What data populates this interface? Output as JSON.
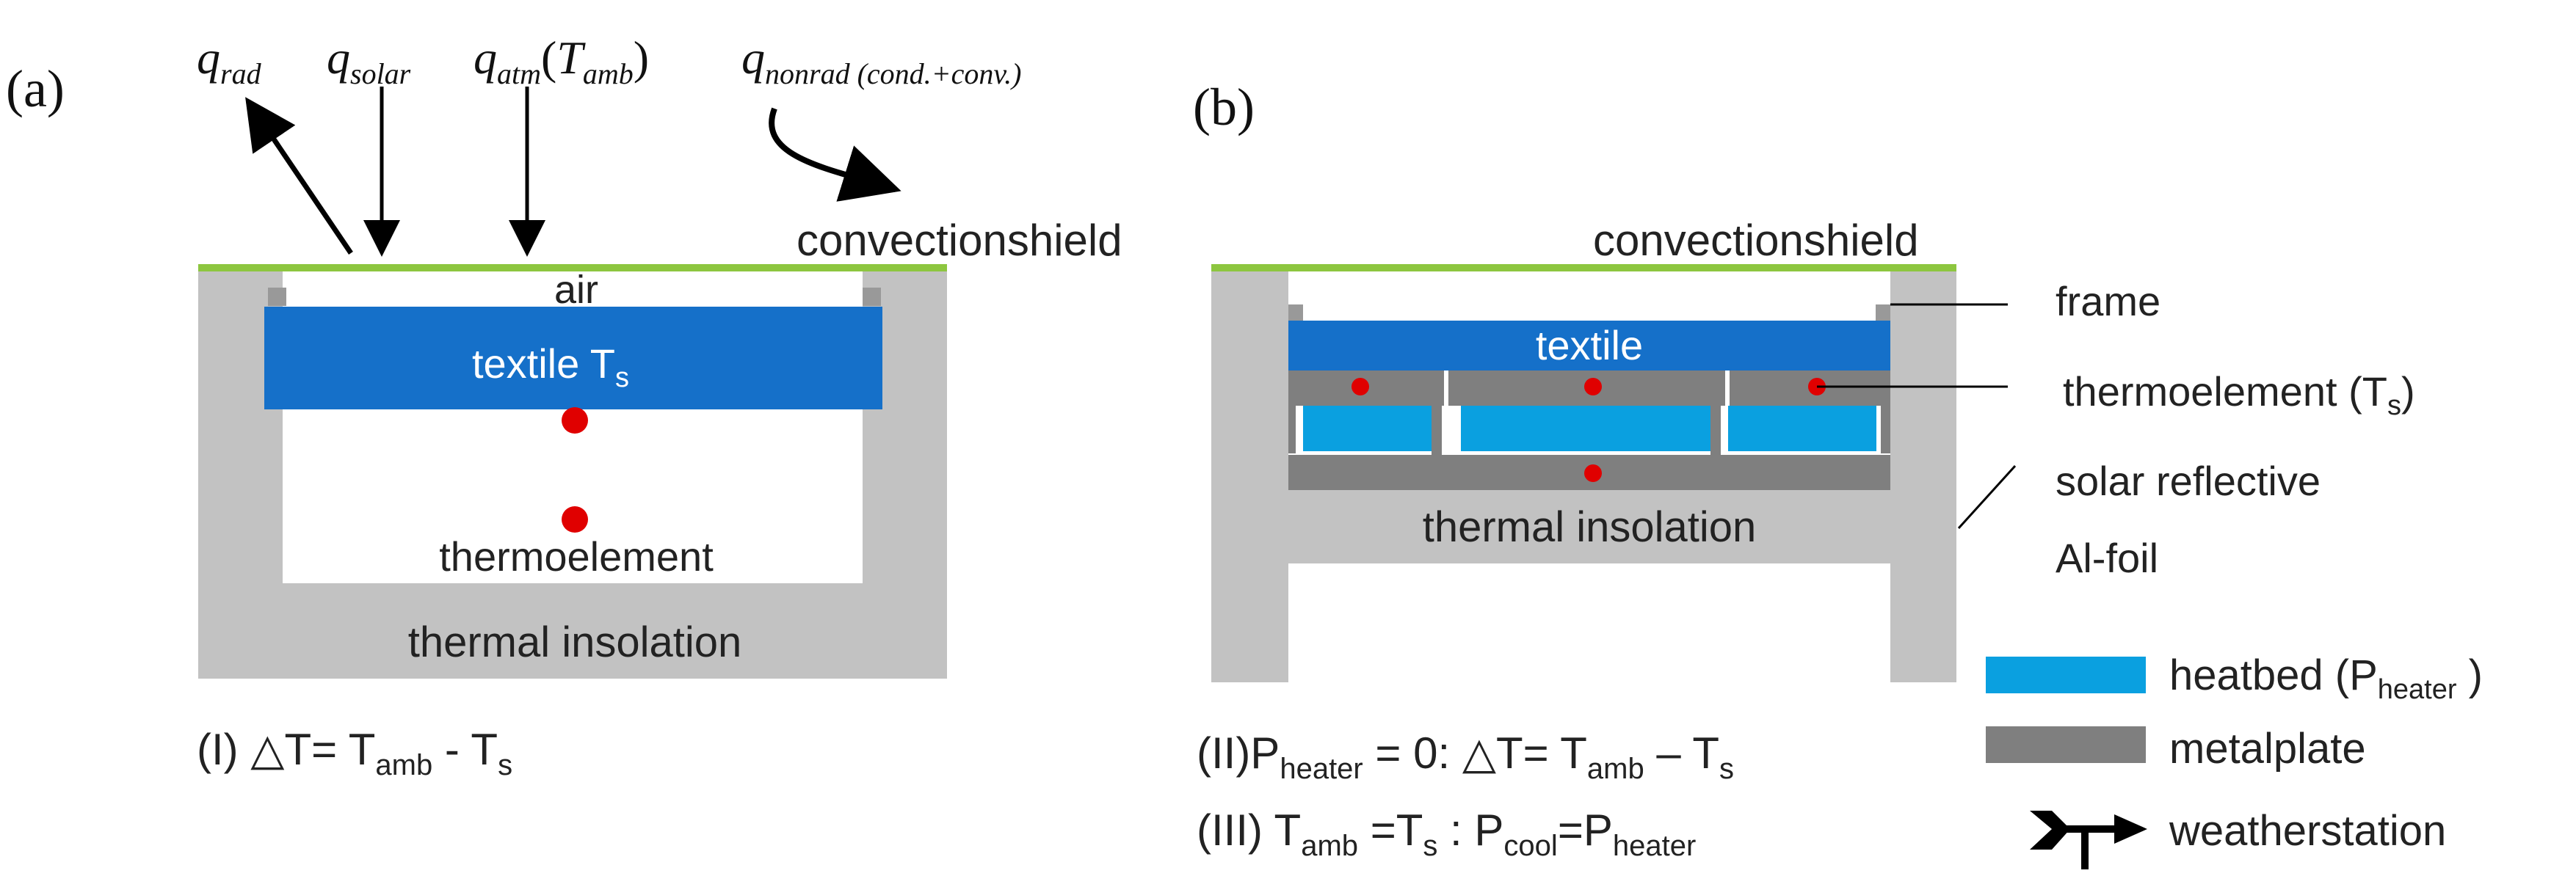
{
  "colors": {
    "textile_blue": "#1570C9",
    "heatbed_blue": "#0AA0E0",
    "metalplate_gray": "#7F7F7F",
    "insulation_gray": "#C2C2C2",
    "frame_gray": "#999999",
    "convection_shield_green": "#8DC63F",
    "thermoelement_red": "#E00000"
  },
  "panel_a": {
    "label": "(a)",
    "flux": {
      "q": "q",
      "rad_sub": "rad",
      "solar_sub": "solar",
      "atm_sub": "atm",
      "atm_arg_open": "(",
      "atm_arg_T": "T",
      "atm_arg_sub": "amb",
      "atm_arg_close": ")",
      "nonrad_sub": "nonrad (cond.+conv.)"
    },
    "convection_shield": "convectionshield",
    "air": "air",
    "textile_main": "textile T",
    "textile_sub": "s",
    "thermoelement": "thermoelement",
    "insulation": "thermal insolation",
    "eq": {
      "prefix": "(I) △T= T",
      "sub1": "amb",
      "mid": " - T",
      "sub2": "s"
    }
  },
  "panel_b": {
    "label": "(b)",
    "convection_shield": "convectionshield",
    "textile": "textile",
    "insulation": "thermal insolation",
    "callouts": {
      "frame": "frame",
      "thermo_main": "thermoelement  (T",
      "thermo_sub": "s",
      "thermo_close": ")",
      "solar_line1": "solar  reflective",
      "solar_line2": "Al-foil"
    },
    "eq_ii": {
      "p1": "(II)P",
      "sub1": "heater",
      "p2": " = 0: △T= T",
      "sub2": "amb",
      "p3": " – T",
      "sub3": "s"
    },
    "eq_iii": {
      "p1": "(III) T",
      "sub1": "amb",
      "p2": " =T",
      "sub2": "s",
      "p3": " : P",
      "sub3": "cool",
      "p4": "=P",
      "sub4": "heater"
    }
  },
  "legend": {
    "heatbed_main": "heatbed (P",
    "heatbed_sub": "heater",
    "heatbed_close": " )",
    "metalplate": "metalplate",
    "weatherstation": "weatherstation"
  }
}
